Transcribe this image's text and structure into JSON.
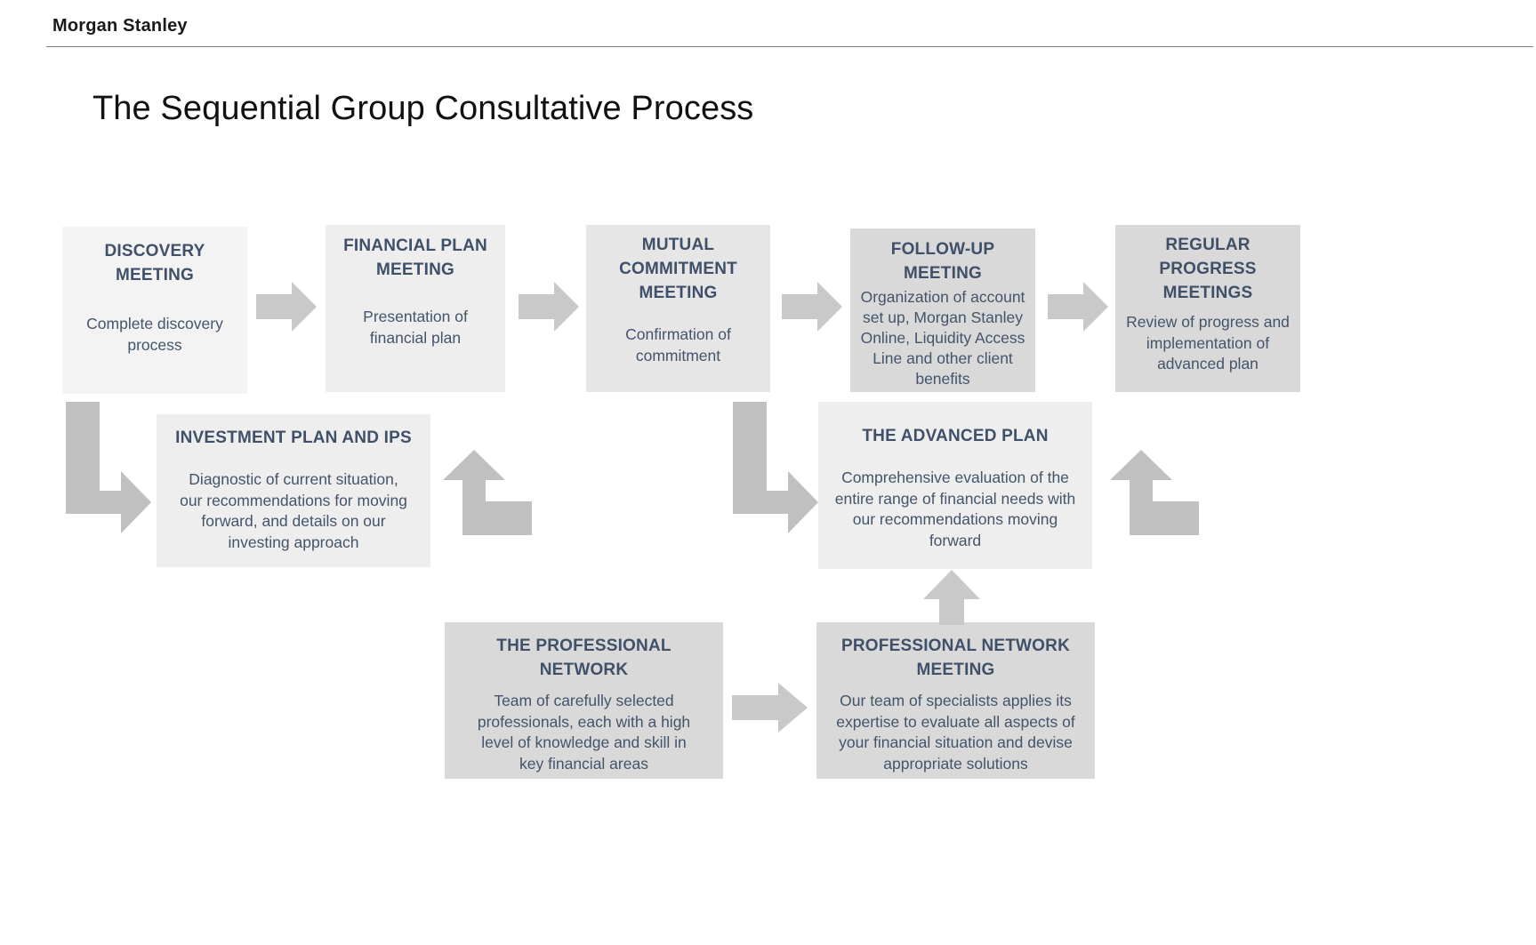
{
  "header": {
    "brand": "Morgan Stanley",
    "title": "The Sequential Group Consultative Process"
  },
  "colors": {
    "box_light": "#f3f3f3",
    "box_mid": "#eeeeee",
    "box_dark": "#d9d9d9",
    "arrow_gray": "#c6c6c6",
    "title_text": "#3f5068",
    "body_text": "#44546a",
    "rule": "#7a7a7a"
  },
  "boxes": {
    "discovery": {
      "title": "DISCOVERY\nMEETING",
      "title_line1": "DISCOVERY",
      "title_line2": "MEETING",
      "body": "Complete discovery process"
    },
    "financial_plan": {
      "title_line1": "FINANCIAL PLAN",
      "title_line2": "MEETING",
      "body": "Presentation of financial plan"
    },
    "mutual_commitment": {
      "title_line1": "MUTUAL",
      "title_line2": "COMMITMENT",
      "title_line3": "MEETING",
      "body": "Confirmation of commitment"
    },
    "follow_up": {
      "title_line1": "FOLLOW-UP",
      "title_line2": "MEETING",
      "body": "Organization of account set up, Morgan Stanley Online, Liquidity Access Line  and other client benefits"
    },
    "regular_progress": {
      "title_line1": "REGULAR",
      "title_line2": "PROGRESS",
      "title_line3": "MEETINGS",
      "body": "Review of progress and implementation of advanced plan"
    },
    "investment_plan": {
      "title_line1": "INVESTMENT PLAN AND IPS",
      "body": "Diagnostic of current situation, our recommendations for moving forward, and details on our investing approach"
    },
    "advanced_plan": {
      "title_line1": "THE ADVANCED PLAN",
      "body": "Comprehensive evaluation of the entire range of financial needs with our recommendations moving forward"
    },
    "professional_network": {
      "title_line1": "THE PROFESSIONAL",
      "title_line2": "NETWORK",
      "body": "Team of carefully selected professionals, each with a high level of knowledge and skill in key financial areas"
    },
    "professional_network_meeting": {
      "title_line1": "PROFESSIONAL NETWORK",
      "title_line2": "MEETING",
      "body": "Our team of specialists applies its expertise to evaluate all aspects of your financial situation and devise appropriate solutions"
    }
  },
  "arrows": [
    {
      "name": "arrow-discovery-to-financial-plan",
      "kind": "right"
    },
    {
      "name": "arrow-financial-plan-to-mutual-commitment",
      "kind": "right"
    },
    {
      "name": "arrow-mutual-commitment-to-follow-up",
      "kind": "right"
    },
    {
      "name": "arrow-follow-up-to-regular-progress",
      "kind": "right"
    },
    {
      "name": "arrow-discovery-down-to-investment-plan",
      "kind": "elbow-down-right"
    },
    {
      "name": "arrow-investment-plan-up-to-financial-plan",
      "kind": "elbow-up-right"
    },
    {
      "name": "arrow-mutual-commitment-down-to-advanced-plan",
      "kind": "elbow-down-right"
    },
    {
      "name": "arrow-advanced-plan-up-to-regular-progress",
      "kind": "elbow-up-right"
    },
    {
      "name": "arrow-professional-network-to-network-meeting",
      "kind": "right"
    },
    {
      "name": "arrow-network-meeting-up-to-advanced-plan",
      "kind": "up"
    }
  ]
}
